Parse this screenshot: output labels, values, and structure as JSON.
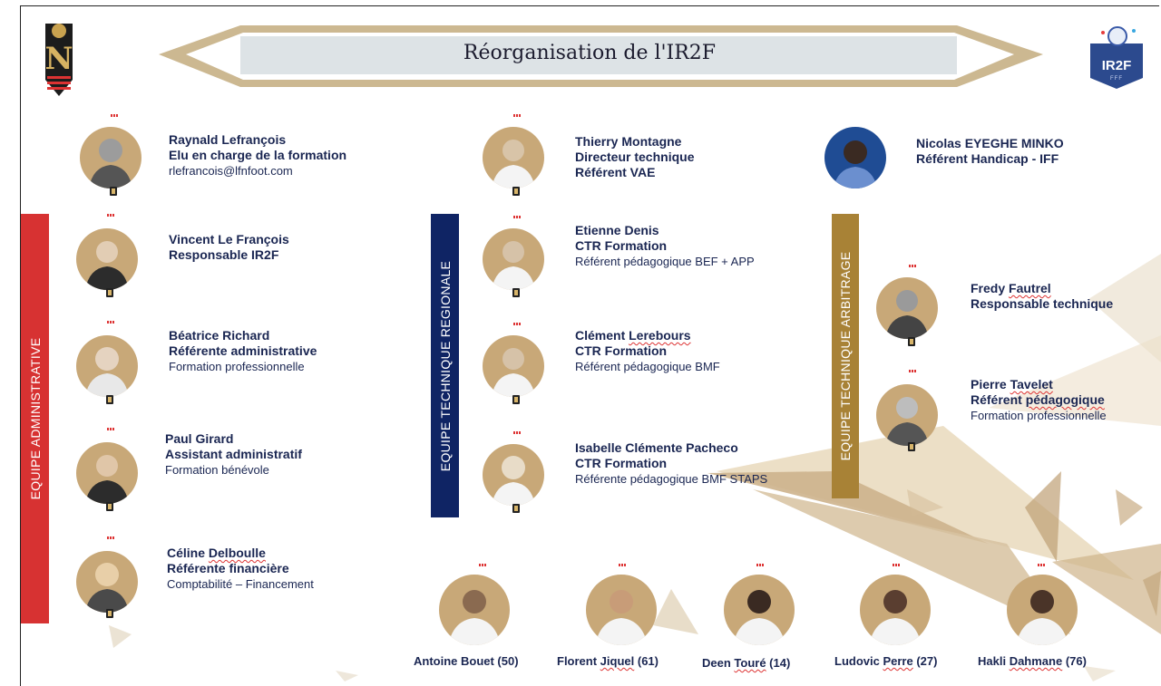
{
  "title": "Réorganisation de l'IR2F",
  "logos": {
    "left_icon": "normandie-n-logo",
    "right_label": "IR2F",
    "right_sub": "FFF"
  },
  "colors": {
    "admin": "#d73232",
    "technique": "#0f2464",
    "arbitrage": "#a88236",
    "text": "#1a2652",
    "avatar_bg": "#c8a878"
  },
  "sections": {
    "admin": "EQUIPE ADMINISTRATIVE",
    "technique": "EQUIPE TECHNIQUE REGIONALE",
    "arbitrage": "EQUIPE TECHNIQUE ARBITRAGE"
  },
  "people": {
    "lefrancois_r": {
      "name": "Raynald Lefrançois",
      "role": "Elu en charge de la formation",
      "sub": "rlefrancois@lfnfoot.com"
    },
    "montagne": {
      "name": "Thierry Montagne",
      "role": "Directeur technique",
      "role2": "Référent VAE"
    },
    "eyeghe": {
      "name": "Nicolas EYEGHE MINKO",
      "role": "Référent Handicap - IFF"
    },
    "lefrancois_v": {
      "name": "Vincent Le François",
      "role": "Responsable IR2F"
    },
    "richard": {
      "name": "Béatrice Richard",
      "role": "Référente administrative",
      "sub": "Formation professionnelle"
    },
    "girard": {
      "name": "Paul Girard",
      "role": "Assistant administratif",
      "sub": "Formation bénévole"
    },
    "delboulle": {
      "name_first": "Céline ",
      "name_last": "Delboulle",
      "role": "Référente financière",
      "sub": "Comptabilité – Financement"
    },
    "denis": {
      "name": "Etienne Denis",
      "role": "CTR Formation",
      "sub": "Référent pédagogique BEF + APP"
    },
    "lerebours": {
      "name_first": "Clément ",
      "name_last": "Lerebours",
      "role": "CTR Formation",
      "sub": "Référent pédagogique BMF"
    },
    "pacheco": {
      "name": "Isabelle Clémente Pacheco",
      "role": "CTR Formation",
      "sub": "Référente pédagogique BMF STAPS"
    },
    "fautrel": {
      "name_first": "Fredy ",
      "name_last": "Fautrel",
      "role": "Responsable technique"
    },
    "tavelet": {
      "name_first": "Pierre ",
      "name_last": "Tavelet",
      "role_a": "Référent ",
      "role_b": "pédagogique",
      "sub": "Formation professionnelle"
    }
  },
  "bottom": [
    {
      "first": "Antoine Bouet (50)"
    },
    {
      "first": "Florent ",
      "last": "Jiquel",
      "tail": " (61)"
    },
    {
      "first": "Deen ",
      "last": "Touré",
      "tail": " (14)"
    },
    {
      "first": "Ludovic ",
      "last": "Perre",
      "tail": " (27)"
    },
    {
      "first": "Hakli ",
      "last": "Dahmane",
      "tail": " (76)"
    }
  ]
}
